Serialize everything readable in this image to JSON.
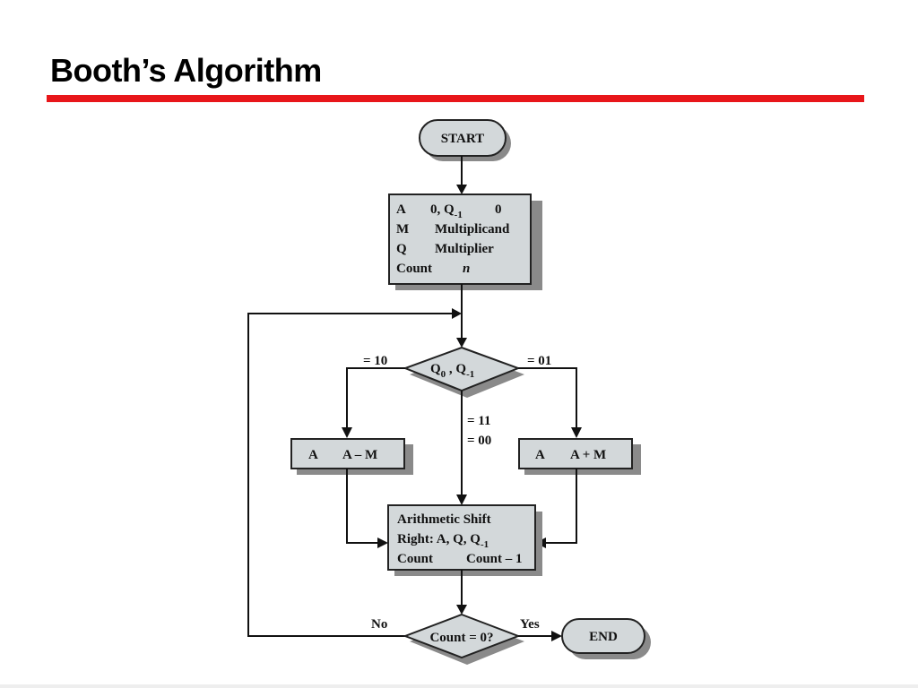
{
  "slide": {
    "title": "Booth’s Algorithm",
    "accent_color": "#e8161a"
  },
  "flowchart": {
    "start": {
      "label": "START"
    },
    "init": {
      "rows": [
        {
          "left": "A",
          "right": "0, Q",
          "sub": "-1",
          "after": "0"
        },
        {
          "left": "M",
          "right": "Multiplicand"
        },
        {
          "left": "Q",
          "right": "Multiplier"
        },
        {
          "left": "Count",
          "right": "n"
        }
      ]
    },
    "decision_bits": {
      "label": "Q",
      "sub0": "0",
      "mid": " , Q",
      "sub1": "-1"
    },
    "branch_labels": {
      "left": "= 10",
      "right": "= 01",
      "middle_1": "= 11",
      "middle_2": "= 00"
    },
    "subtract": {
      "left": "A",
      "right": "A – M"
    },
    "add": {
      "left": "A",
      "right": "A + M"
    },
    "shift": {
      "line1": "Arithmetic Shift",
      "line2_pre": "Right: A, Q, Q",
      "line2_sub": "-1",
      "line3_left": "Count",
      "line3_right": "Count – 1"
    },
    "decision_count": {
      "label": "Count = 0?",
      "no": "No",
      "yes": "Yes"
    },
    "end": {
      "label": "END"
    }
  }
}
